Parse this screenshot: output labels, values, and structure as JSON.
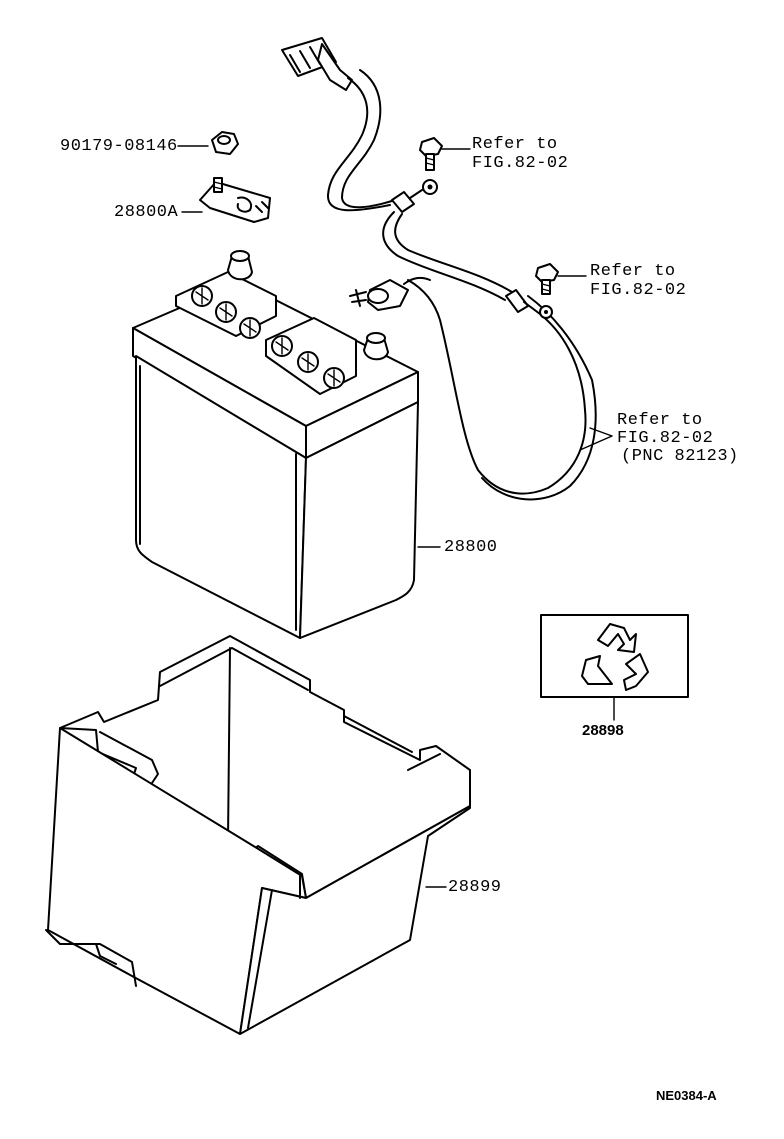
{
  "parts": {
    "nut": "90179-08146",
    "clamp": "28800A",
    "battery": "28800",
    "tray": "28899",
    "label_plate": "28898"
  },
  "references": {
    "ref1_line1": "Refer to",
    "ref1_line2": "FIG.82-02",
    "ref2_line1": "Refer to",
    "ref2_line2": "FIG.82-02",
    "ref3_line1": "Refer to",
    "ref3_line2": "FIG.82-02",
    "ref3_line3": "(PNC 82123)"
  },
  "figure_code": "NE0384-A"
}
